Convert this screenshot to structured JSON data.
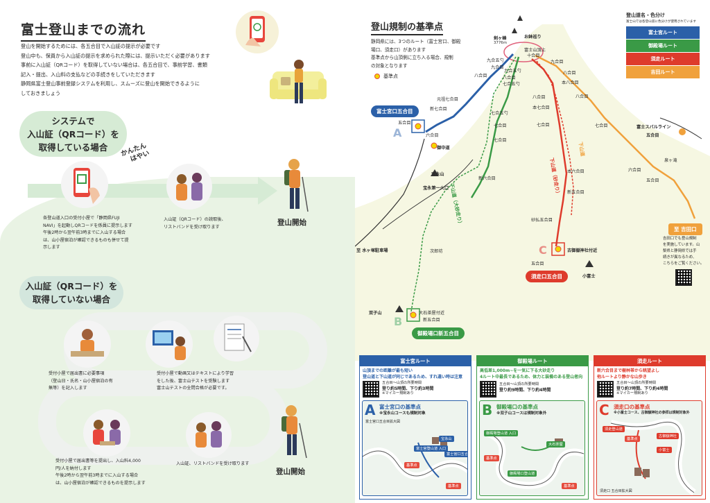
{
  "colors": {
    "fujinomiya": "#2b60a8",
    "gotemba": "#3a9a46",
    "subashiri": "#de3b2c",
    "yoshida": "#f0a13c",
    "mint": "#d6ebd5"
  },
  "left": {
    "title": "富士登山までの流れ",
    "intro": [
      "登山を開始するためには、各五合目で入山証の提示が必要です",
      "登山中も、保員から入山証の提示を求められた際には、提示いただく必要があります",
      "事前に入山証（QRコード）を取得していない場合は、各五合目で、事前学習、書類",
      "記入・提出、入山料の支払などの手続きをしていただきます",
      "静岡県富士登山事前登録システムを利用し、スムーズに登山を開始できるように",
      "しておきましょう"
    ],
    "case1": {
      "line1": "システムで",
      "line2": "入山証（QRコード）を",
      "line3": "取得している場合"
    },
    "handwritten": {
      "line1": "かんたん",
      "line2": "はやい"
    },
    "step1_text": [
      "各登山道入口の受付小屋で「静岡県FUJI",
      "NAVI」を起動しQRコードを係員に提示します",
      "午後2時から翌午前3時までに入山する場合",
      "は、山小屋宿泊が確認できるものも併せて提",
      "示します"
    ],
    "step2_text": [
      "入山証（QRコード）の読取後、",
      "リストバンドを受け取ります"
    ],
    "start1": "登山開始",
    "case2": {
      "line1": "入山証（QRコード）を",
      "line2": "取得していない場合"
    },
    "step3_text": [
      "受付小屋で届出書に必要事項",
      "（登山日・氏名・山小屋宿泊の有",
      "無等）を記入します"
    ],
    "step4_text": [
      "受付小屋で動画又はテキストにより学習",
      "をした後、富士山テストを受験します",
      "富士山テストの全問合格が必要です。"
    ],
    "step5_text": [
      "受付小屋で届出書等を提出し、入山料4,000",
      "円/人を納付します",
      "午後2時から翌午前3時までに入山する場合",
      "は、山小屋宿泊が確認できるものを提示します"
    ],
    "step6_text": [
      "入山証、リストバンドを受け取ります"
    ],
    "start2": "登山開始"
  },
  "right": {
    "title": "登山規制の基準点",
    "desc": [
      "静岡県には、3つのルート（富士宮口、御殿",
      "場口、須走口）があります",
      "基準点から山頂側に立ち入る場合、規制",
      "の対象となります"
    ],
    "base_point_legend": "基準点",
    "legend_note": {
      "title": "登山道名・色分け",
      "note": "富士山では各登山道に色分けが使用されています"
    },
    "legend": [
      {
        "label": "富士宮ルート",
        "color": "#2b60a8"
      },
      {
        "label": "御殿場ルート",
        "color": "#3a9a46"
      },
      {
        "label": "須走ルート",
        "color": "#de3b2c"
      },
      {
        "label": "吉田ルート",
        "color": "#f0a13c"
      }
    ],
    "peaks": {
      "kengamine": "剣ヶ峰",
      "kengamine_alt": "3776m",
      "ohachi": "お鉢巡り",
      "summit_hut": "富士山頂上",
      "summit_hut2": "十合目"
    },
    "labels": {
      "kyugo_fuji": "九合五勺",
      "kyu_fuji": "九合目",
      "hachi_fuji": "八合目",
      "motohachi": "元祖七合目",
      "shichi_fuji": "七合目",
      "shinshichi": "新七合目",
      "go_fuji": "五合目",
      "roku_fuji": "六合目",
      "kyugo_g": "九合五勺",
      "kyu_g": "九合目",
      "hachi_g": "八合目",
      "shichigo_g": "七合五勺",
      "shichi_g": "七合目",
      "shichi_g2": "七合目",
      "roku_g": "新六合目",
      "go_g": "五合目",
      "kyu_s": "九合目",
      "hachi_s": "八合目",
      "honhachi": "本八合目",
      "honshichi": "本七合目",
      "shichi_s": "七合目",
      "hachi_s2": "八合目",
      "honroku": "本六合目",
      "shingoshichi": "新五合目",
      "sunabashiri5": "砂払五合目",
      "kyu_y": "九合目",
      "hachi_y": "八合目",
      "shichi_y": "七合目",
      "roku_y": "六合目",
      "izumigataki": "泉ヶ滝",
      "chudo": "御中道",
      "hoeizan": "宝永山",
      "hoei1": "宝永第一火口",
      "to_mizugatsuka": "至 水ヶ塚駐車場",
      "jirobo": "次郎坊",
      "futatsuzuka": "双子山",
      "kofuji": "小富士",
      "kofujisha": "古御嶽神社付近",
      "oishi": "大石茶屋付近",
      "oishi2": "新五合目",
      "subaru": "富士スバルライン",
      "subaru2": "五合目",
      "to_yoshida": "至 吉田口",
      "yoshida_note": [
        "吉田口でも登山規制",
        "を実施しています。山",
        "梨県と静岡県では手",
        "続きが異なるため、",
        "こちらをご覧ください。"
      ]
    },
    "trail_texts": {
      "gotemba_osu": "下山道（大砂走り）",
      "subashiri_sand": "下山道（砂走り）",
      "yoshida_down": "下山道"
    },
    "base_tags": {
      "a": "富士宮口五合目",
      "b": "御殿場口新五合目",
      "c": "須走口五合目"
    },
    "cards": [
      {
        "head": "富士宮ルート",
        "points": [
          "山頂までの距離が最も短い",
          "登山道と下山道が同じであるため、すれ違い時は注意"
        ],
        "qr_lines": [
          "五合目〜山頂の所要時間",
          "登り約5時間、下り約3時間",
          "※マイカー規制あり"
        ],
        "base_letter": "A",
        "base_title": "富士宮口の基準点",
        "base_sub": "※宝永山コースも規制対象",
        "map_caption": "富士宮口五合目拡大図",
        "chips": [
          "富士宮登山道 入口",
          "宝永山",
          "富士宮口五合目",
          "基準点",
          "基準点"
        ]
      },
      {
        "head": "御殿場ルート",
        "points": [
          "高低差1,000m~を一気に下る大砂走り",
          "4ルート中最長であるため、体力と装備のある登山者向け"
        ],
        "qr_lines": [
          "五合目〜山頂の所要時間",
          "登り約9時間、下り約4時間"
        ],
        "base_letter": "B",
        "base_title": "御殿場口の基準点",
        "base_sub": "※双子山コースは規制対象外",
        "map_caption": "",
        "chips": [
          "御殿場登山道 入口",
          "大石茶屋",
          "御殿場口登山道",
          "基準点",
          "基準点"
        ]
      },
      {
        "head": "須走ルート",
        "points": [
          "新六合目まで樹林帯から眺望よし",
          "他ルートより静かな山歩き"
        ],
        "qr_lines": [
          "五合目〜山頂の所要時間",
          "登り約7時間、下り約4時間",
          "※マイカー規制あり"
        ],
        "base_letter": "C",
        "base_title": "須走口の基準点",
        "base_sub": "※小富士コース、古御嶽神社の参拝は規制対象外",
        "map_caption": "須走口 五合目拡大図",
        "chips": [
          "須走登山道",
          "基準点",
          "古御嶽神社",
          "小富士"
        ]
      }
    ]
  }
}
